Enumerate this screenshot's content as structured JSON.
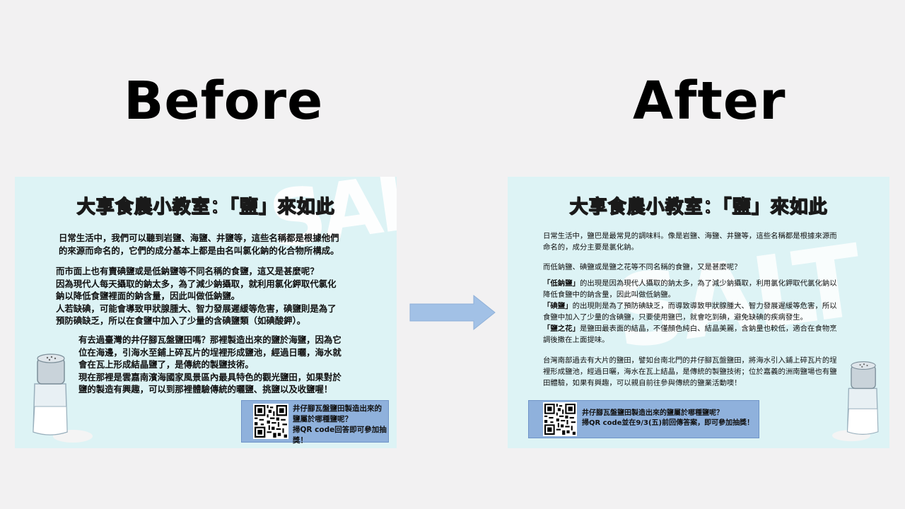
{
  "headings": {
    "before": "Before",
    "after": "After"
  },
  "title": {
    "prefix": "大享食農小教室：",
    "open": "「",
    "key": "鹽",
    "close": "」",
    "suffix": "來如此"
  },
  "before_panel": {
    "p1": [
      "日常生活中，我們可以聽到岩鹽、海鹽、井鹽等，這些名稱都是根據他們",
      "的來源而命名的，它們的成分基本上都是由名叫氯化鈉的化合物所構成。"
    ],
    "p2": [
      "而市面上也有賣碘鹽或是低鈉鹽等不同名稱的食鹽，這又是甚麼呢？",
      "因為現代人每天攝取的鈉太多，為了減少鈉攝取，就利用氯化鉀取代氯化",
      "鈉以降低食鹽裡面的鈉含量，因此叫做低鈉鹽。",
      "人若缺碘，可能會導致甲狀腺腫大、智力發展遲緩等危害，碘鹽則是為了",
      "預防碘缺乏，所以在食鹽中加入了少量的含碘鹽類（如碘酸鉀）。"
    ],
    "p3": [
      "有去過臺灣的井仔腳瓦盤鹽田嗎？那裡製造出來的鹽於海鹽，因為它",
      "位在海邊，引海水至鋪上碎瓦片的埕裡形成鹽池，經過日曬，海水就",
      "會在瓦上形成結晶鹽了，是傳統的製鹽技術。",
      "現在那裡是雲嘉南濱海國家風景區內最具特色的觀光鹽田，如果對於",
      "鹽的製造有興趣，可以到那裡體驗傳統的曬鹽、挑鹽以及收鹽喔！"
    ],
    "qr_text": [
      "井仔腳瓦盤鹽田製造出來的",
      "鹽屬於哪種鹽呢？",
      "掃QR  code回答即可參加抽",
      "獎！"
    ]
  },
  "after_panel": {
    "p1": [
      "日常生活中，鹽巴是最常見的調味料。像是岩鹽、海鹽、井鹽等，這些名稱都是根據來源而",
      "命名的，成分主要是氯化鈉。"
    ],
    "p2": "而低鈉鹽、碘鹽或是鹽之花等不同名稱的食鹽，又是甚麼呢？",
    "low_sodium": {
      "term": "「低鈉鹽」",
      "rest1": "的出現是因為現代人攝取的鈉太多，為了減少鈉攝取，利用氯化鉀取代氯化鈉以",
      "rest2": "降低食鹽中的鈉含量，因此叫做低鈉鹽。"
    },
    "iodine": {
      "term": "「碘鹽」",
      "rest1": "的出現則是為了預防碘缺乏，而導致導致甲狀腺腫大、智力發展遲緩等危害，所以",
      "rest2": "食鹽中加入了少量的含碘鹽，只要使用鹽巴，就會吃到碘，避免缺碘的疾病發生。"
    },
    "fleur": {
      "term": "「鹽之花」",
      "rest1": "是鹽田最表面的結晶，不僅顏色純白、結晶美麗，含鈉量也較低，適合在食物烹",
      "rest2": "調後撒在上面提味。"
    },
    "p4": [
      "台灣南部過去有大片的鹽田，譬如台南北門的井仔腳瓦盤鹽田，將海水引入鋪上碎瓦片的埕",
      "裡形成鹽池，經過日曬，海水在瓦上結晶，是傳統的製鹽技術；位於嘉義的洲南鹽場也有鹽",
      "田體驗，如果有興趣，可以親自前往參與傳統的鹽業活動噢！"
    ],
    "qr_text": [
      "井仔腳瓦盤鹽田製造出來的鹽屬於哪種鹽呢？",
      "掃QR  code並在9/3(五)前回傳答案，即可參加抽獎！"
    ]
  },
  "decor": {
    "salt_word": "SALT"
  },
  "icons": [
    "qr-code-icon",
    "salt-shaker-icon",
    "right-arrow-icon"
  ],
  "colors": {
    "panel_bg": "#ddf3f5",
    "qr_box": "#8fb1dc",
    "arrow": "#a2c1e6",
    "title_key": "#e02a2a"
  }
}
